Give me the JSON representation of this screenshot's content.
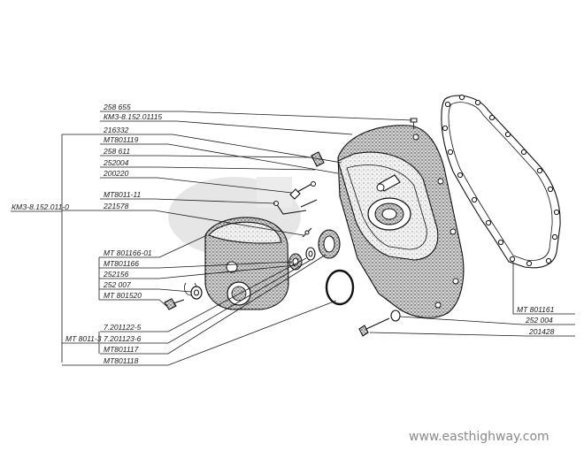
{
  "labels": {
    "top": [
      "258 655",
      "КМЗ-8.152.01115",
      "216332",
      "МТ801119",
      "258 611",
      "252004",
      "200220",
      "МТ8011-11",
      "221578"
    ],
    "left_assembly": "КМЗ-8.152.011-0",
    "middle": [
      "МТ 801166-01",
      "МТ801166",
      "252156",
      "252 007",
      "МТ 801520"
    ],
    "bottom_assembly": "МТ 8011-3",
    "bottom": [
      "7.201122-5",
      "7.201123-6",
      "МТ801117",
      "МТ801118"
    ],
    "right": [
      "МТ 801161",
      "252 004",
      "201428"
    ]
  },
  "watermark": "www.easthighway.com"
}
